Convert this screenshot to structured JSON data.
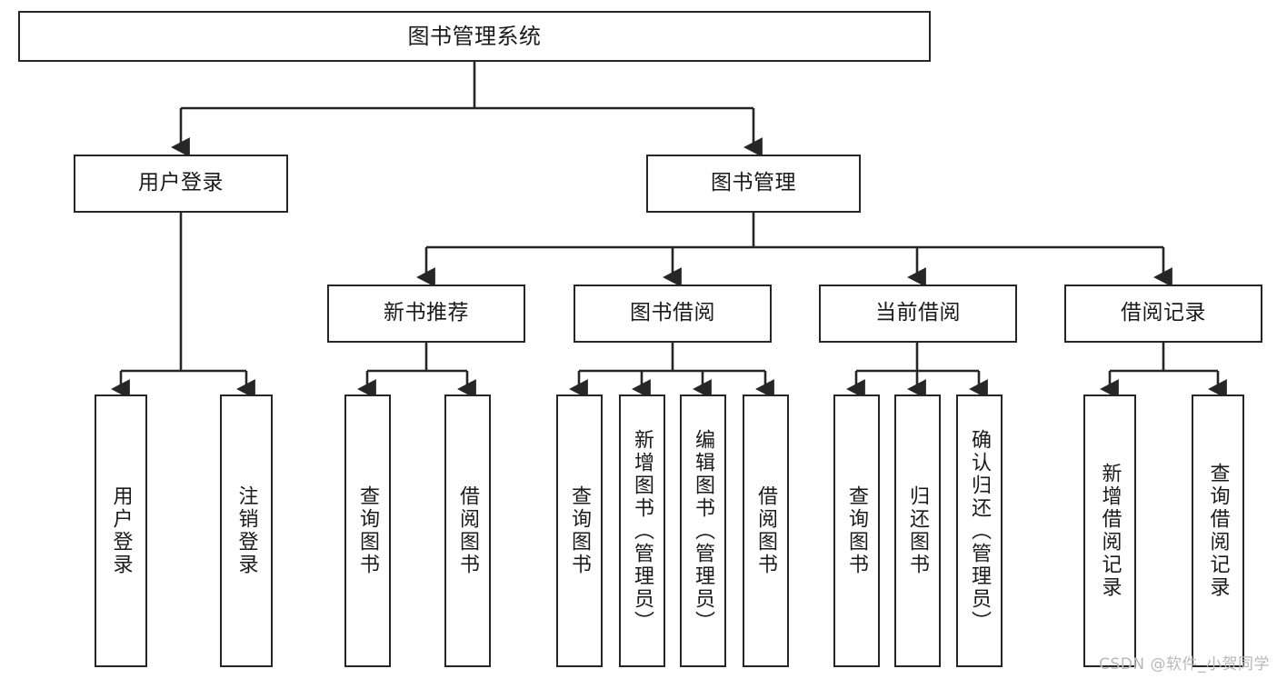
{
  "diagram": {
    "title": "图书管理系统",
    "type": "tree",
    "stroke_color": "#262626",
    "fill_color": "#ffffff",
    "text_color": "#1a1a1a",
    "nodes": {
      "root": {
        "label": "图书管理系统"
      },
      "user_login": {
        "label": "用户登录"
      },
      "book_manage": {
        "label": "图书管理"
      },
      "new_book_rec": {
        "label": "新书推荐"
      },
      "book_borrow": {
        "label": "图书借阅"
      },
      "current_borrow": {
        "label": "当前借阅"
      },
      "borrow_record": {
        "label": "借阅记录"
      },
      "leaf_user_login": {
        "label": "用户登录"
      },
      "leaf_user_logout": {
        "label": "注销登录"
      },
      "leaf_query_book_1": {
        "label": "查询图书"
      },
      "leaf_borrow_book_1": {
        "label": "借阅图书"
      },
      "leaf_query_book_2": {
        "label": "查询图书"
      },
      "leaf_add_book_admin": {
        "label": "新增图书（管理员）"
      },
      "leaf_edit_book_admin": {
        "label": "编辑图书（管理员）"
      },
      "leaf_borrow_book_2": {
        "label": "借阅图书"
      },
      "leaf_query_book_3": {
        "label": "查询图书"
      },
      "leaf_return_book": {
        "label": "归还图书"
      },
      "leaf_confirm_return_admin": {
        "label": "确认归还（管理员）"
      },
      "leaf_add_borrow_record": {
        "label": "新增借阅记录"
      },
      "leaf_query_borrow_record": {
        "label": "查询借阅记录"
      }
    }
  },
  "watermark": {
    "text": "CSDN @软件_小贺同学"
  }
}
